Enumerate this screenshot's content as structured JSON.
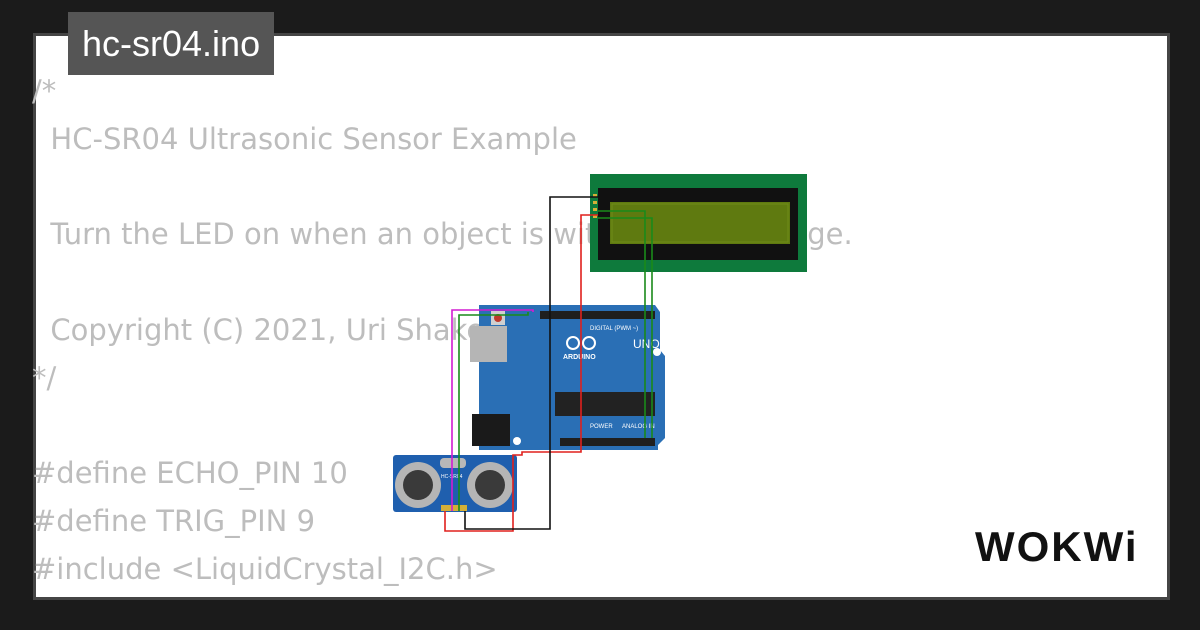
{
  "header": {
    "title": "hc-sr04.ino"
  },
  "code_lines": [
    "/*",
    "  HC-SR04 Ultrasonic Sensor Example",
    "",
    "  Turn the LED on when an object is within 100cm range.",
    "",
    "  Copyright (C) 2021, Uri Shaked",
    "*/",
    "",
    "#define ECHO_PIN 10",
    "#define TRIG_PIN 9",
    "#include <LiquidCrystal_I2C.h>"
  ],
  "board": {
    "uno_label": "UNO",
    "arduino_label": "ARDUINO",
    "digital_label": "DIGITAL (PWM ~)",
    "power_label": "POWER",
    "analog_label": "ANALOG IN"
  },
  "sensor": {
    "model_label": "HC-SR04"
  },
  "brand": {
    "logo": "WOKWi"
  },
  "colors": {
    "background": "#1b1b1b",
    "card": "#ffffff",
    "code_text": "#bdbdbd",
    "title_bg": "#555555",
    "board": "#2a6fb5",
    "lcd_pcb": "#0e7a3c",
    "lcd_screen": "#5f7a10",
    "wire_red": "#e0201d",
    "wire_black": "#111111",
    "wire_magenta": "#d21cd2",
    "wire_green": "#1a8a1a"
  }
}
